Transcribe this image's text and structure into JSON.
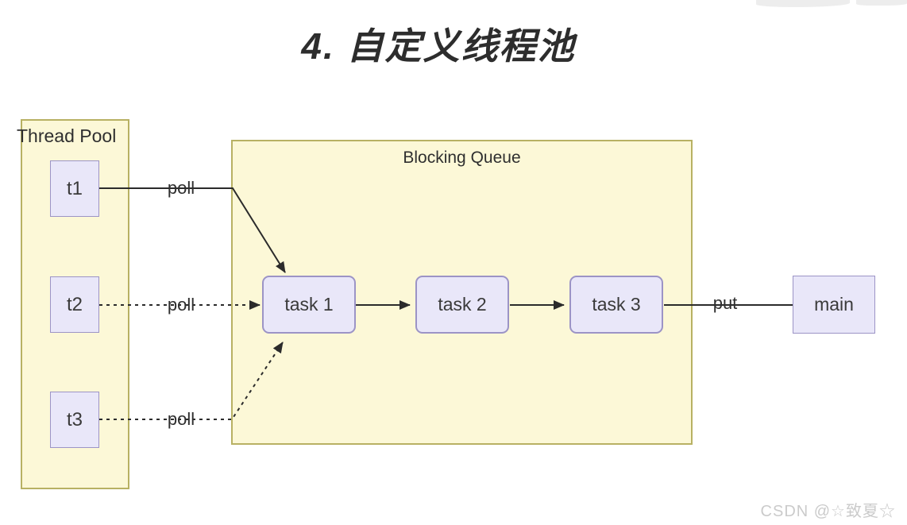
{
  "title": {
    "text": "4. 自定义线程池"
  },
  "thread_pool": {
    "label": "Thread Pool",
    "threads": [
      {
        "label": "t1"
      },
      {
        "label": "t2"
      },
      {
        "label": "t3"
      }
    ]
  },
  "blocking_queue": {
    "label": "Blocking Queue",
    "tasks": [
      {
        "label": "task 1"
      },
      {
        "label": "task 2"
      },
      {
        "label": "task 3"
      }
    ]
  },
  "main_box": {
    "label": "main"
  },
  "edges": {
    "poll_t1_label": "poll",
    "poll_t2_label": "poll",
    "poll_t3_label": "poll",
    "put_label": "put"
  },
  "watermark": {
    "text": "CSDN @☆致夏☆"
  },
  "colors": {
    "container_fill": "#fcf8d7",
    "container_border": "#b8b163",
    "node_fill": "#e9e7f9",
    "node_border": "#9c94c6",
    "line": "#2b2b2b",
    "watermark": "#cbcbcb"
  }
}
